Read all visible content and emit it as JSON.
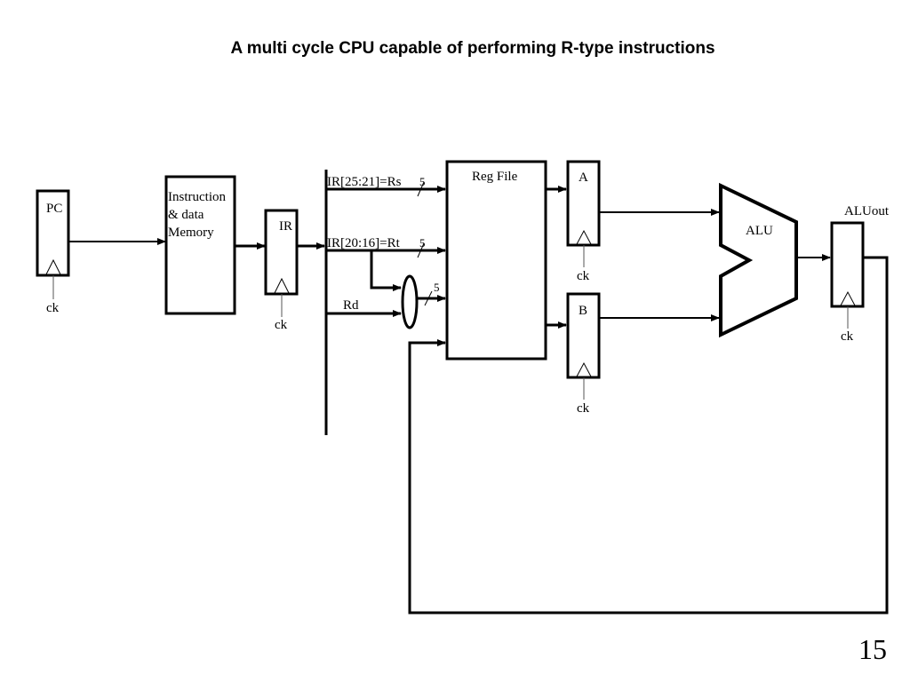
{
  "title": "A multi cycle CPU capable of performing R-type instructions",
  "page_number": "15",
  "blocks": {
    "pc": "PC",
    "memory": [
      "Instruction",
      "& data",
      "Memory"
    ],
    "ir": "IR",
    "reg_file": "Reg File",
    "a": "A",
    "b": "B",
    "alu": "ALU",
    "aluout": "ALUout"
  },
  "clock_label": "ck",
  "signals": {
    "rs": "IR[25:21]=Rs",
    "rt": "IR[20:16]=Rt",
    "rd": "Rd",
    "bus_width": "5"
  }
}
